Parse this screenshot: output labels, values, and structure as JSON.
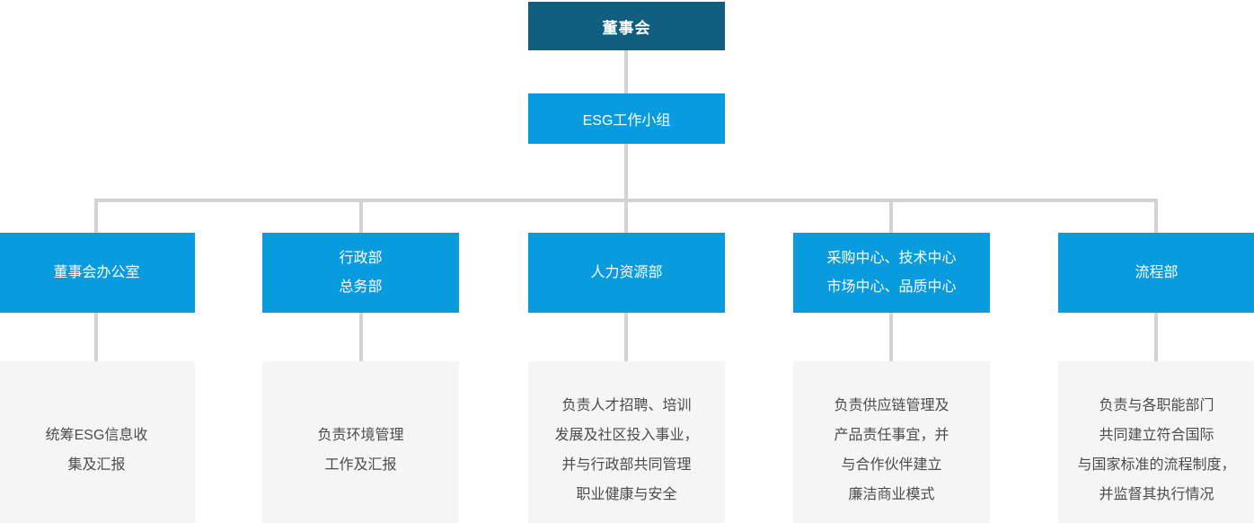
{
  "palette": {
    "root_box_bg": "#115F80",
    "dept_box_bg": "#089CDF",
    "desc_box_bg": "#F5F5F5",
    "connector_line": "#D3D3D3",
    "desc_text": "#4C4C4C",
    "box_text": "#FFFFFF"
  },
  "org_chart": {
    "root": {
      "label": "董事会"
    },
    "working_group": {
      "label": "ESG工作小组"
    },
    "departments": [
      {
        "name_lines": [
          "董事会办公室"
        ],
        "desc_lines": [
          "统筹ESG信息收",
          "集及汇报"
        ]
      },
      {
        "name_lines": [
          "行政部",
          "总务部"
        ],
        "desc_lines": [
          "负责环境管理",
          "工作及汇报"
        ]
      },
      {
        "name_lines": [
          "人力资源部"
        ],
        "desc_lines": [
          "负责人才招聘、培训",
          "发展及社区投入事业，",
          "并与行政部共同管理",
          "职业健康与安全"
        ]
      },
      {
        "name_lines": [
          "采购中心、技术中心",
          "市场中心、品质中心"
        ],
        "desc_lines": [
          "负责供应链管理及",
          "产品责任事宜，并",
          "与合作伙伴建立",
          "廉洁商业模式"
        ]
      },
      {
        "name_lines": [
          "流程部"
        ],
        "desc_lines": [
          "负责与各职能部门",
          "共同建立符合国际",
          "与国家标准的流程制度，",
          "并监督其执行情况"
        ]
      }
    ]
  }
}
